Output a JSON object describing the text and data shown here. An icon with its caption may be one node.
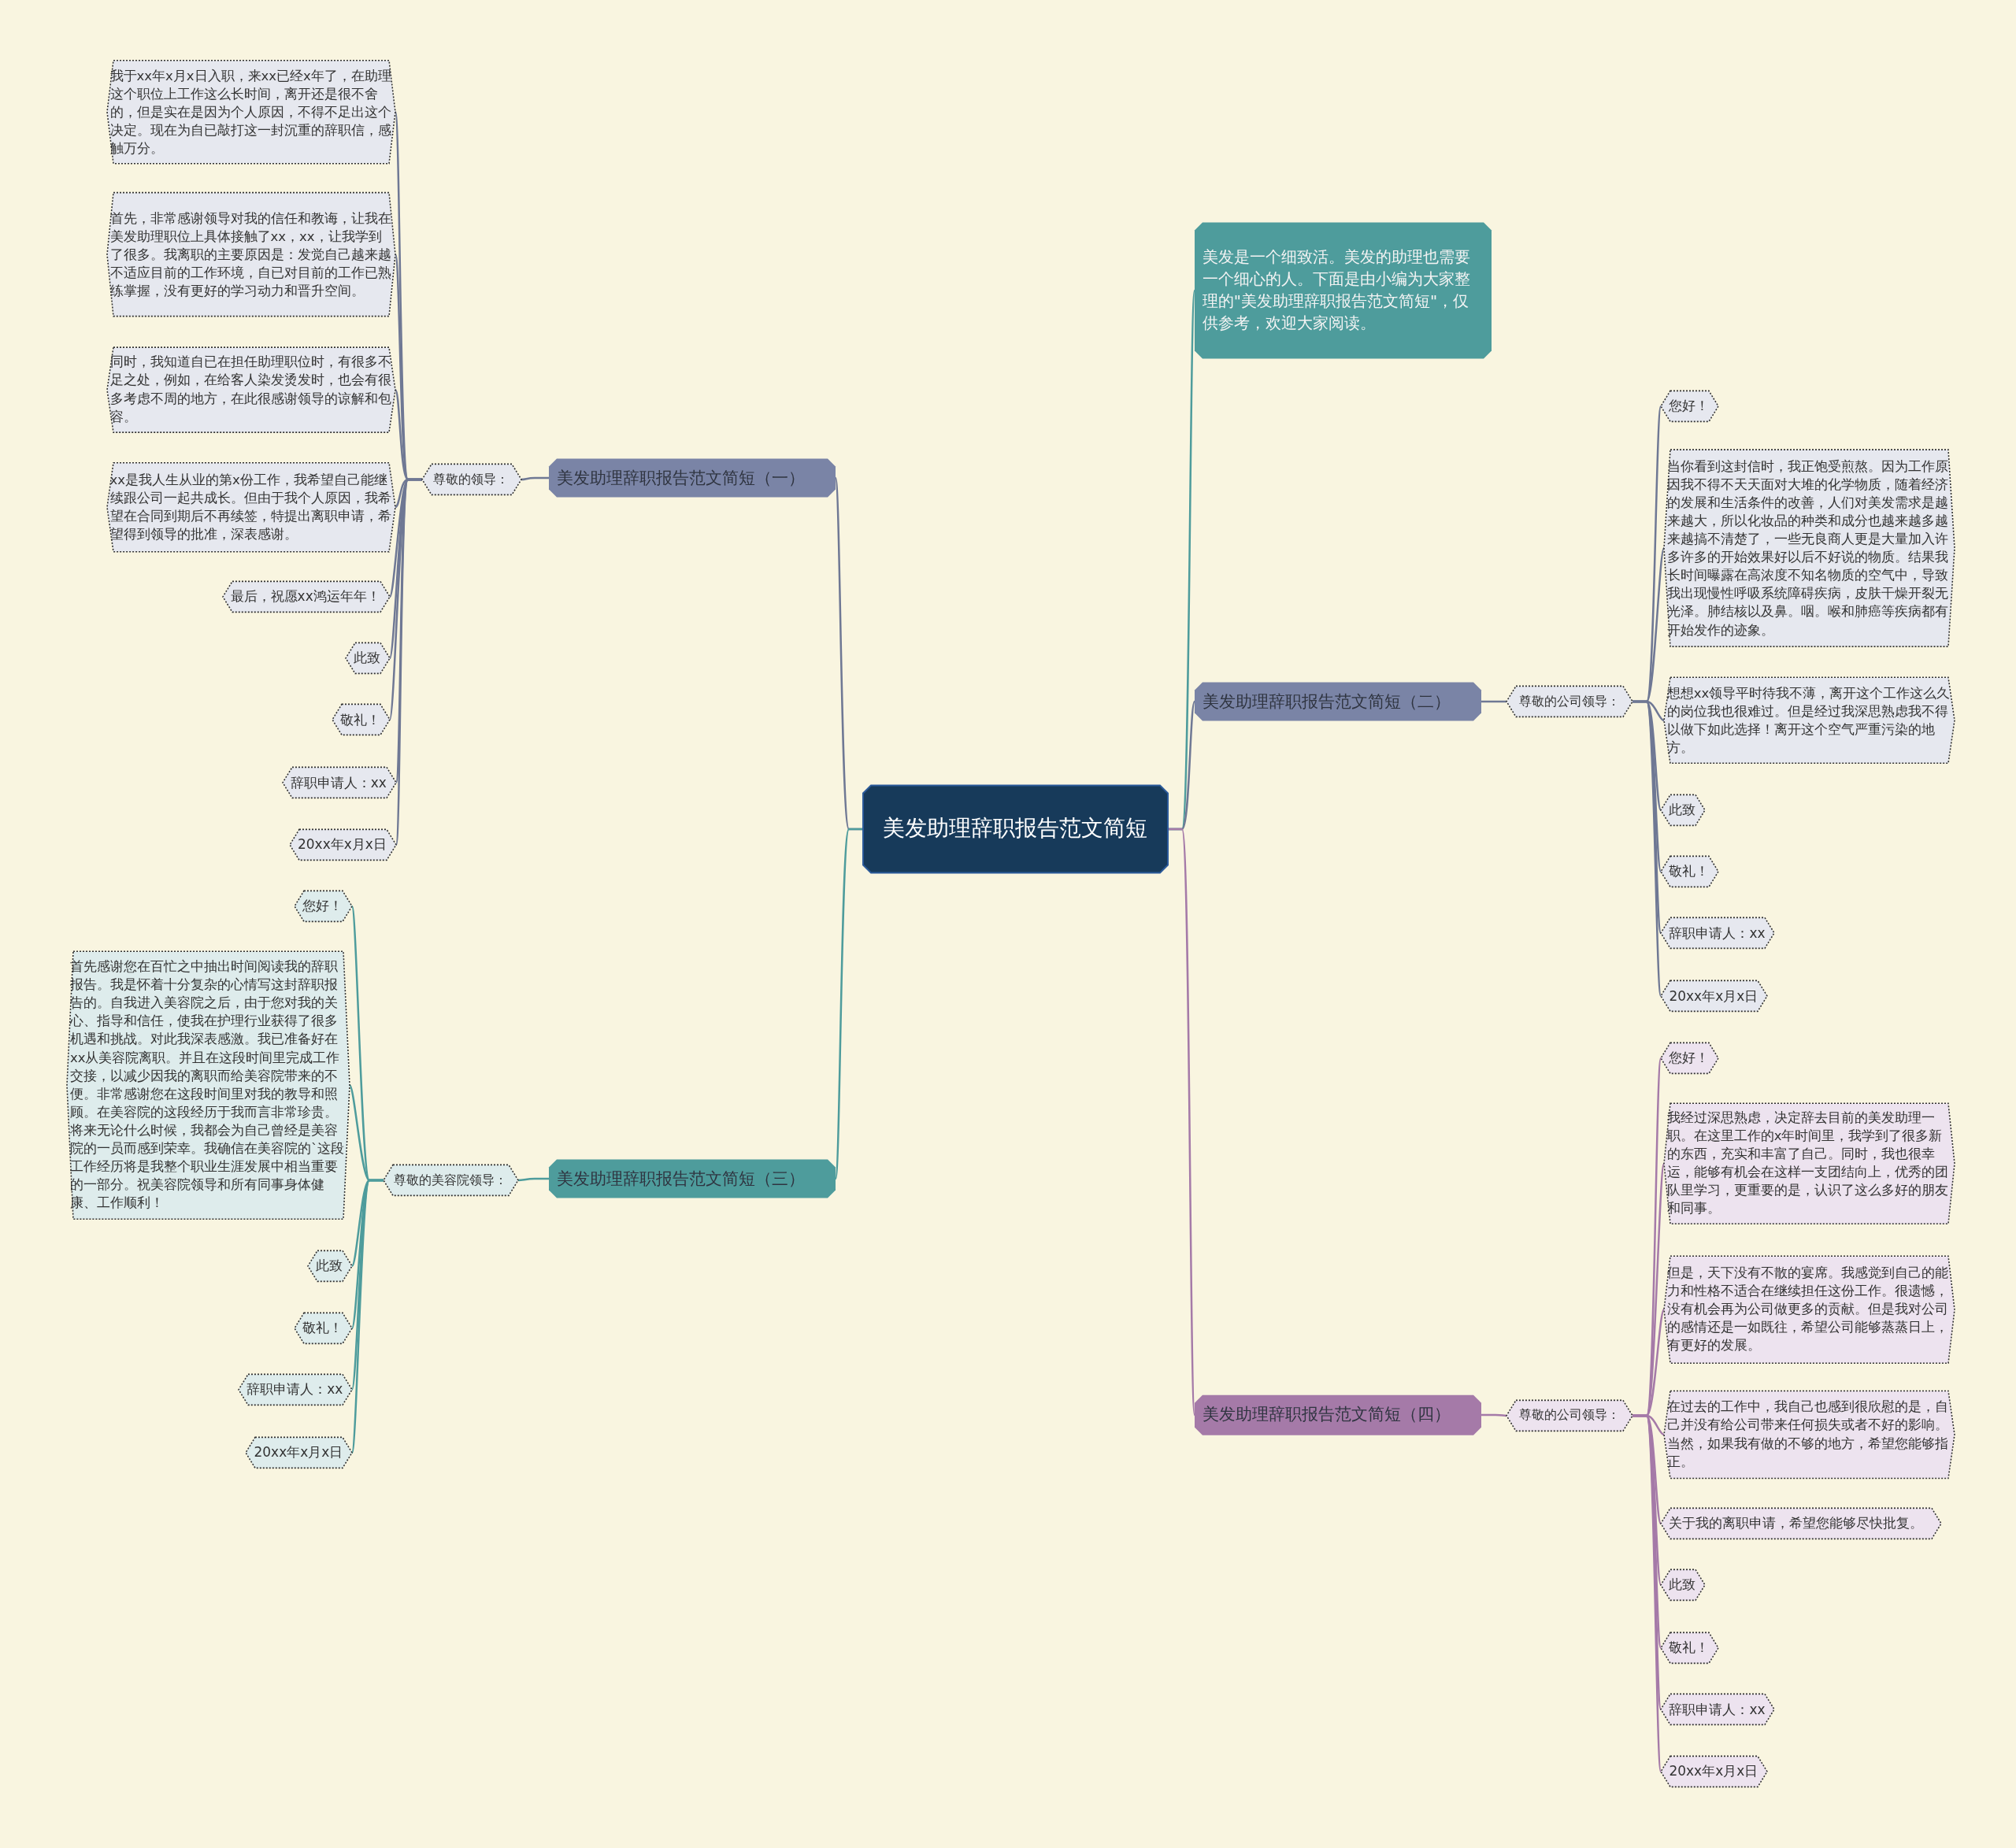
{
  "diagram": {
    "nodes": [
      {
        "text": [
          "美发助理辞职报告范文简短"
        ]
      },
      {
        "text": [
          "美发是一个细致活。美发的助理也需要一个细心的人。下面是由小编为大家整理的\"美发助理辞职报告范文简短\"，仅供参考，欢迎大家阅读。"
        ]
      },
      {
        "text": [
          "美发助理辞职报告范文简短（一）"
        ]
      },
      {
        "text": [
          "尊敬的领导："
        ]
      },
      {
        "text": [
          "我于xx年x月x日入职，来xx已经x年了，在助理这个职位上工作这么长时间，离开还是很不舍的，但是实在是因为个人原因，不得不足出这个决定。现在为自已敲打这一封沉重的辞职信，感触万分。"
        ]
      },
      {
        "text": [
          "首先，非常感谢领导对我的信任和教诲，让我在美发助理职位上具体接触了xx，xx，让我学到了很多。我离职的主要原因是：发觉自己越来越不适应目前的工作环境，自已对目前的工作已熟练掌握，没有更好的学习动力和晋升空间。"
        ]
      },
      {
        "text": [
          "同时，我知道自已在担任助理职位时，有很多不足之处，例如，在给客人染发烫发时，也会有很多考虑不周的地方，在此很感谢领导的谅解和包容。"
        ]
      },
      {
        "text": [
          "xx是我人生从业的第x份工作，我希望自己能继续跟公司一起共成长。但由于我个人原因，我希望在合同到期后不再续签，特提出离职申请，希望得到领导的批准，深表感谢。"
        ]
      },
      {
        "text": [
          "最后，祝愿xx鸿运年年！"
        ]
      },
      {
        "text": [
          "此致"
        ]
      },
      {
        "text": [
          "敬礼！"
        ]
      },
      {
        "text": [
          "辞职申请人：xx"
        ]
      },
      {
        "text": [
          "20xx年x月x日"
        ]
      },
      {
        "text": [
          "美发助理辞职报告范文简短（二）"
        ]
      },
      {
        "text": [
          "尊敬的公司领导："
        ]
      },
      {
        "text": [
          "您好！"
        ]
      },
      {
        "text": [
          "当你看到这封信时，我正饱受煎熬。因为工作原因我不得不天天面对大堆的化学物质，随着经济的发展和生活条件的改善，人们对美发需求是越来越大，所以化妆品的种类和成分也越来越多越来越搞不清楚了，一些无良商人更是大量加入许多许多的开始效果好以后不好说的物质。结果我长时间曝露在高浓度不知名物质的空气中，导致我出现慢性呼吸系统障碍疾病，皮肤干燥开裂无光泽。肺结核以及鼻。咽。喉和肺癌等疾病都有开始发作的迹象。"
        ]
      },
      {
        "text": [
          "想想xx领导平时待我不薄，离开这个工作这么久的岗位我也很难过。但是经过我深思熟虑我不得以做下如此选择！离开这个空气严重污染的地方。"
        ]
      },
      {
        "text": [
          "此致"
        ]
      },
      {
        "text": [
          "敬礼！"
        ]
      },
      {
        "text": [
          "辞职申请人：xx"
        ]
      },
      {
        "text": [
          "20xx年x月x日"
        ]
      },
      {
        "text": [
          "美发助理辞职报告范文简短（三）"
        ]
      },
      {
        "text": [
          "尊敬的美容院领导："
        ]
      },
      {
        "text": [
          "您好！"
        ]
      },
      {
        "text": [
          "首先感谢您在百忙之中抽出时间阅读我的辞职报告。我是怀着十分复杂的心情写这封辞职报告的。自我进入美容院之后，由于您对我的关心、指导和信任，使我在护理行业获得了很多机遇和挑战。对此我深表感激。我已准备好在xx从美容院离职。并且在这段时间里完成工作交接，以减少因我的离职而给美容院带来的不便。非常感谢您在这段时间里对我的教导和照顾。在美容院的这段经历于我而言非常珍贵。将来无论什么时候，我都会为自己曾经是美容院的一员而感到荣幸。我确信在美容院的`这段工作经历将是我整个职业生涯发展中相当重要的一部分。祝美容院领导和所有同事身体健康、工作顺利！"
        ]
      },
      {
        "text": [
          "此致"
        ]
      },
      {
        "text": [
          "敬礼！"
        ]
      },
      {
        "text": [
          "辞职申请人：xx"
        ]
      },
      {
        "text": [
          "20xx年x月x日"
        ]
      },
      {
        "text": [
          "美发助理辞职报告范文简短（四）"
        ]
      },
      {
        "text": [
          "尊敬的公司领导："
        ]
      },
      {
        "text": [
          "您好！"
        ]
      },
      {
        "text": [
          "我经过深思熟虑，决定辞去目前的美发助理一职。在这里工作的x年时间里，我学到了很多新的东西，充实和丰富了自己。同时，我也很幸运，能够有机会在这样一支团结向上，优秀的团队里学习，更重要的是，认识了这么多好的朋友和同事。"
        ]
      },
      {
        "text": [
          "但是，天下没有不散的宴席。我感觉到自己的能力和性格不适合在继续担任这份工作。很遗憾，没有机会再为公司做更多的贡献。但是我对公司的感情还是一如既往，希望公司能够蒸蒸日上，有更好的发展。"
        ]
      },
      {
        "text": [
          "在过去的工作中，我自己也感到很欣慰的是，自己并没有给公司带来任何损失或者不好的影响。当然，如果我有做的不够的地方，希望您能够指正。"
        ]
      },
      {
        "text": [
          "关于我的离职申请，希望您能够尽快批复。"
        ]
      },
      {
        "text": [
          "此致"
        ]
      },
      {
        "text": [
          "敬礼！"
        ]
      },
      {
        "text": [
          "辞职申请人：xx"
        ]
      },
      {
        "text": [
          "20xx年x月x日"
        ]
      }
    ],
    "edges": [
      {
        "from": 0,
        "to": 1,
        "arrow": "none",
        "color": "#4e9c9c"
      },
      {
        "from": 0,
        "to": 2,
        "arrow": "none"
      },
      {
        "from": 0,
        "to": 13,
        "arrow": "none"
      },
      {
        "from": 0,
        "to": 22,
        "arrow": "none",
        "color": "#4e9c9c"
      },
      {
        "from": 0,
        "to": 30,
        "arrow": "none",
        "color": "#a57aa8"
      },
      {
        "from": 2,
        "to": 3,
        "arrow": "none"
      },
      {
        "from": 3,
        "to": 4,
        "arrow": "none"
      },
      {
        "from": 3,
        "to": 5,
        "arrow": "none"
      },
      {
        "from": 3,
        "to": 6,
        "arrow": "none"
      },
      {
        "from": 3,
        "to": 7,
        "arrow": "none"
      },
      {
        "from": 3,
        "to": 8,
        "arrow": "none"
      },
      {
        "from": 3,
        "to": 9,
        "arrow": "none"
      },
      {
        "from": 3,
        "to": 10,
        "arrow": "none"
      },
      {
        "from": 3,
        "to": 11,
        "arrow": "none"
      },
      {
        "from": 3,
        "to": 12,
        "arrow": "none"
      },
      {
        "from": 13,
        "to": 14,
        "arrow": "none"
      },
      {
        "from": 14,
        "to": 15,
        "arrow": "none"
      },
      {
        "from": 14,
        "to": 16,
        "arrow": "none"
      },
      {
        "from": 14,
        "to": 17,
        "arrow": "none"
      },
      {
        "from": 14,
        "to": 18,
        "arrow": "none"
      },
      {
        "from": 14,
        "to": 19,
        "arrow": "none"
      },
      {
        "from": 14,
        "to": 20,
        "arrow": "none"
      },
      {
        "from": 14,
        "to": 21,
        "arrow": "none"
      },
      {
        "from": 22,
        "to": 23,
        "arrow": "none",
        "color": "#4e9c9c"
      },
      {
        "from": 23,
        "to": 24,
        "arrow": "none",
        "color": "#4e9c9c"
      },
      {
        "from": 23,
        "to": 25,
        "arrow": "none",
        "color": "#4e9c9c"
      },
      {
        "from": 23,
        "to": 26,
        "arrow": "none",
        "color": "#4e9c9c"
      },
      {
        "from": 23,
        "to": 27,
        "arrow": "none",
        "color": "#4e9c9c"
      },
      {
        "from": 23,
        "to": 28,
        "arrow": "none",
        "color": "#4e9c9c"
      },
      {
        "from": 23,
        "to": 29,
        "arrow": "none",
        "color": "#4e9c9c"
      },
      {
        "from": 30,
        "to": 31,
        "arrow": "none",
        "color": "#a57aa8"
      },
      {
        "from": 31,
        "to": 32,
        "arrow": "none",
        "color": "#a57aa8"
      },
      {
        "from": 31,
        "to": 33,
        "arrow": "none",
        "color": "#a57aa8"
      },
      {
        "from": 31,
        "to": 34,
        "arrow": "none",
        "color": "#a57aa8"
      },
      {
        "from": 31,
        "to": 35,
        "arrow": "none",
        "color": "#a57aa8"
      },
      {
        "from": 31,
        "to": 36,
        "arrow": "none",
        "color": "#a57aa8"
      },
      {
        "from": 31,
        "to": 37,
        "arrow": "none",
        "color": "#a57aa8"
      },
      {
        "from": 31,
        "to": 38,
        "arrow": "none",
        "color": "#a57aa8"
      },
      {
        "from": 31,
        "to": 39,
        "arrow": "none",
        "color": "#a57aa8"
      },
      {
        "from": 31,
        "to": 40,
        "arrow": "none",
        "color": "#a57aa8"
      }
    ]
  }
}
